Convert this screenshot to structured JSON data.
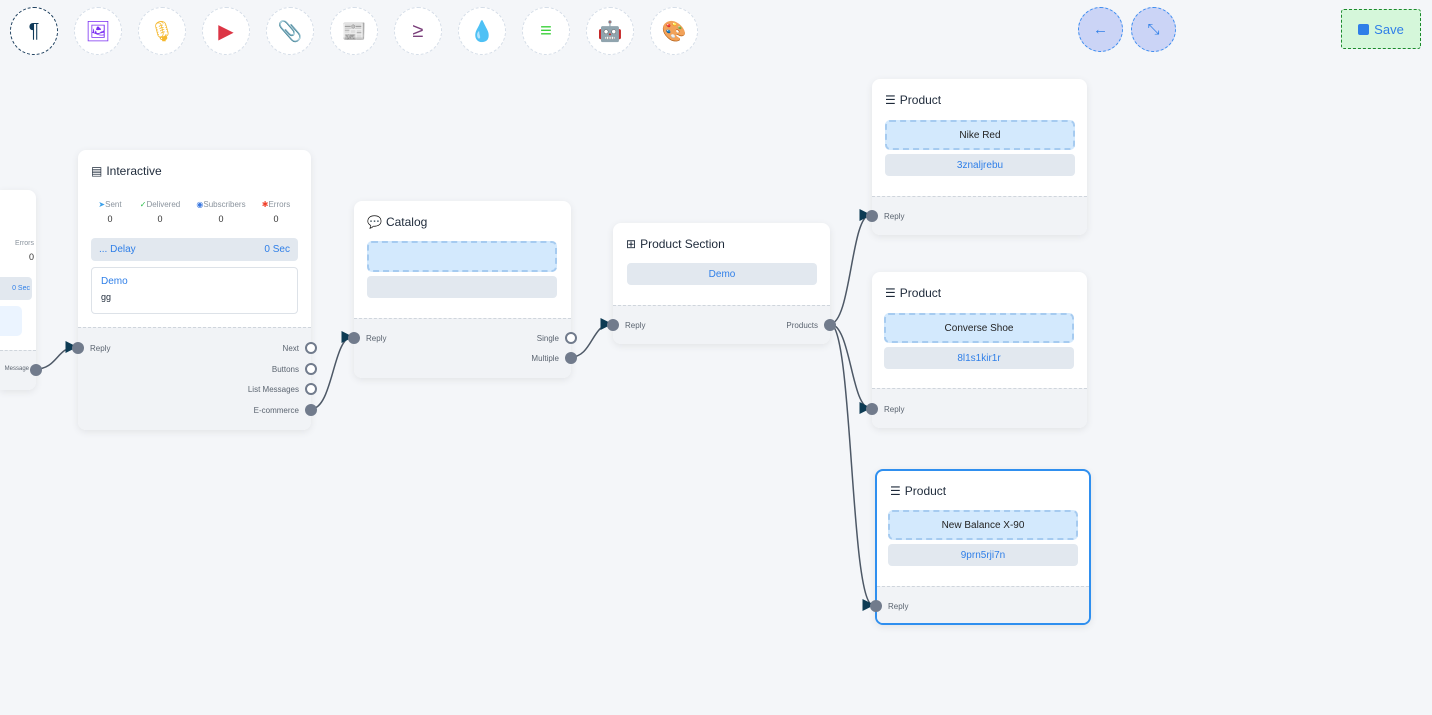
{
  "toolbar": {
    "tools": [
      {
        "icon": "paragraph-icon",
        "glyph": "¶",
        "color": "#0f3a5a"
      },
      {
        "icon": "image-icon",
        "glyph": "🖼",
        "color": "#7b2ff2"
      },
      {
        "icon": "microphone-icon",
        "glyph": "🎙",
        "color": "#f5b82e"
      },
      {
        "icon": "youtube-icon",
        "glyph": "▶",
        "color": "#dc3545"
      },
      {
        "icon": "paperclip-icon",
        "glyph": "📎",
        "color": "#28a745"
      },
      {
        "icon": "newspaper-icon",
        "glyph": "📰",
        "color": "#f47c7c"
      },
      {
        "icon": "greater-equal-icon",
        "glyph": "≥",
        "color": "#7a3e7a"
      },
      {
        "icon": "droplet-icon",
        "glyph": "💧",
        "color": "#c8103e"
      },
      {
        "icon": "stack-overflow-icon",
        "glyph": "≡",
        "color": "#3bd13b"
      },
      {
        "icon": "robot-icon",
        "glyph": "🤖",
        "color": "#1515e0"
      },
      {
        "icon": "palette-icon",
        "glyph": "🎨",
        "color": "#22c02a"
      }
    ],
    "back_icon": "←",
    "collapse_icon": "⤡",
    "save_label": "Save"
  },
  "nodes": {
    "partial": {
      "errors_label": "Errors",
      "errors_value": "0",
      "delay_value": "0 Sec",
      "port_label": "Message"
    },
    "interactive": {
      "title": "Interactive",
      "stats": [
        {
          "label": "Sent",
          "value": "0",
          "color": "#3aa0ea"
        },
        {
          "label": "Delivered",
          "value": "0",
          "color": "#2fbf4f"
        },
        {
          "label": "Subscribers",
          "value": "0",
          "color": "#3a78e0"
        },
        {
          "label": "Errors",
          "value": "0",
          "color": "#f0402a"
        }
      ],
      "delay_label": "... Delay",
      "delay_value": "0 Sec",
      "message_title": "Demo",
      "message_text": "gg",
      "input_port": "Reply",
      "outputs": [
        "Next",
        "Buttons",
        "List Messages",
        "E-commerce"
      ]
    },
    "catalog": {
      "title": "Catalog",
      "input_port": "Reply",
      "outputs": [
        "Single",
        "Multiple"
      ]
    },
    "product_section": {
      "title": "Product Section",
      "section_name": "Demo",
      "input_port": "Reply",
      "output_port": "Products"
    },
    "products": [
      {
        "title": "Product",
        "name": "Nike Red",
        "id": "3znaljrebu",
        "input_port": "Reply"
      },
      {
        "title": "Product",
        "name": "Converse Shoe",
        "id": "8l1s1kir1r",
        "input_port": "Reply"
      },
      {
        "title": "Product",
        "name": "New Balance X-90",
        "id": "9prn5rji7n",
        "input_port": "Reply"
      }
    ]
  }
}
